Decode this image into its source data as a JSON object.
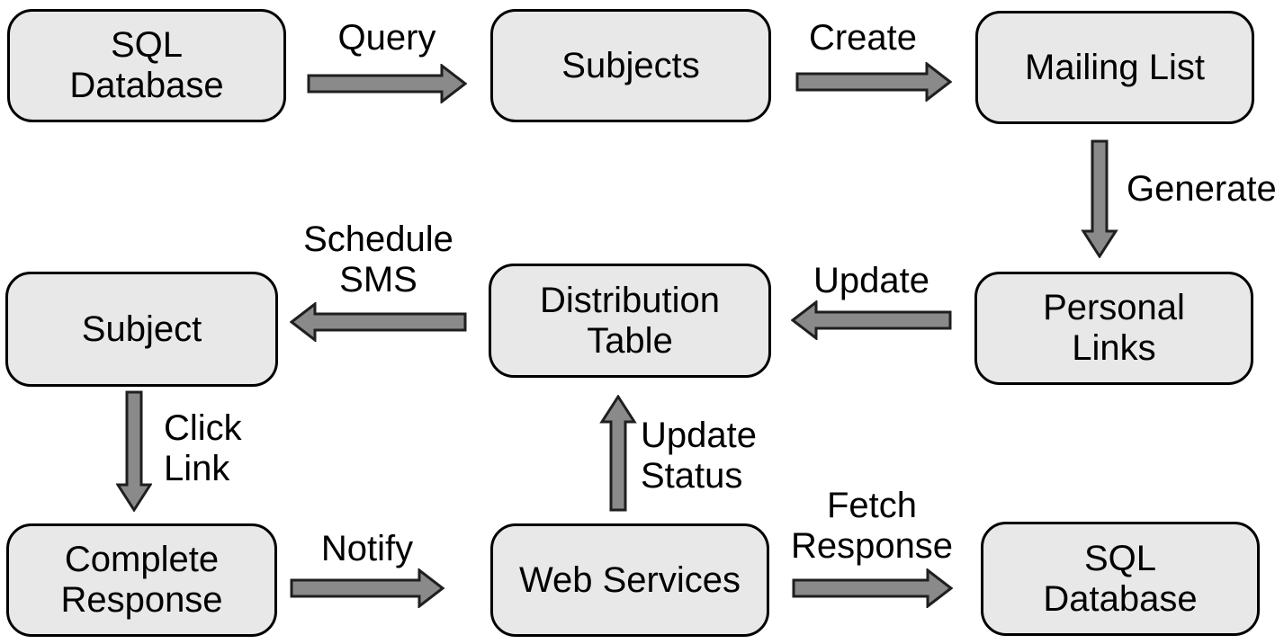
{
  "diagram": {
    "type": "flowchart",
    "colors": {
      "background": "#ffffff",
      "node_fill": "#e8e8e8",
      "node_border": "#000000",
      "arrow_fill": "#8a8a8a",
      "arrow_border": "#1f1f1f",
      "text": "#000000"
    },
    "nodes": [
      {
        "id": "sql-database-top",
        "lines": [
          "SQL",
          "Database"
        ]
      },
      {
        "id": "subjects",
        "lines": [
          "Subjects"
        ]
      },
      {
        "id": "mailing-list",
        "lines": [
          "Mailing List"
        ]
      },
      {
        "id": "subject",
        "lines": [
          "Subject"
        ]
      },
      {
        "id": "distribution-table",
        "lines": [
          "Distribution",
          "Table"
        ]
      },
      {
        "id": "personal-links",
        "lines": [
          "Personal",
          "Links"
        ]
      },
      {
        "id": "complete-response",
        "lines": [
          "Complete",
          "Response"
        ]
      },
      {
        "id": "web-services",
        "lines": [
          "Web Services"
        ]
      },
      {
        "id": "sql-database-bottom",
        "lines": [
          "SQL",
          "Database"
        ]
      }
    ],
    "edges": [
      {
        "id": "query",
        "from": "sql-database-top",
        "to": "subjects",
        "direction": "right",
        "label_lines": [
          "Query"
        ]
      },
      {
        "id": "create",
        "from": "subjects",
        "to": "mailing-list",
        "direction": "right",
        "label_lines": [
          "Create"
        ]
      },
      {
        "id": "generate",
        "from": "mailing-list",
        "to": "personal-links",
        "direction": "down",
        "label_lines": [
          "Generate"
        ]
      },
      {
        "id": "update",
        "from": "personal-links",
        "to": "distribution-table",
        "direction": "left",
        "label_lines": [
          "Update"
        ]
      },
      {
        "id": "schedule-sms",
        "from": "distribution-table",
        "to": "subject",
        "direction": "left",
        "label_lines": [
          "Schedule",
          "SMS"
        ]
      },
      {
        "id": "click-link",
        "from": "subject",
        "to": "complete-response",
        "direction": "down",
        "label_lines": [
          "Click",
          "Link"
        ]
      },
      {
        "id": "notify",
        "from": "complete-response",
        "to": "web-services",
        "direction": "right",
        "label_lines": [
          "Notify"
        ]
      },
      {
        "id": "update-status",
        "from": "web-services",
        "to": "distribution-table",
        "direction": "up",
        "label_lines": [
          "Update",
          "Status"
        ]
      },
      {
        "id": "fetch-response",
        "from": "web-services",
        "to": "sql-database-bottom",
        "direction": "right",
        "label_lines": [
          "Fetch",
          "Response"
        ]
      }
    ]
  }
}
